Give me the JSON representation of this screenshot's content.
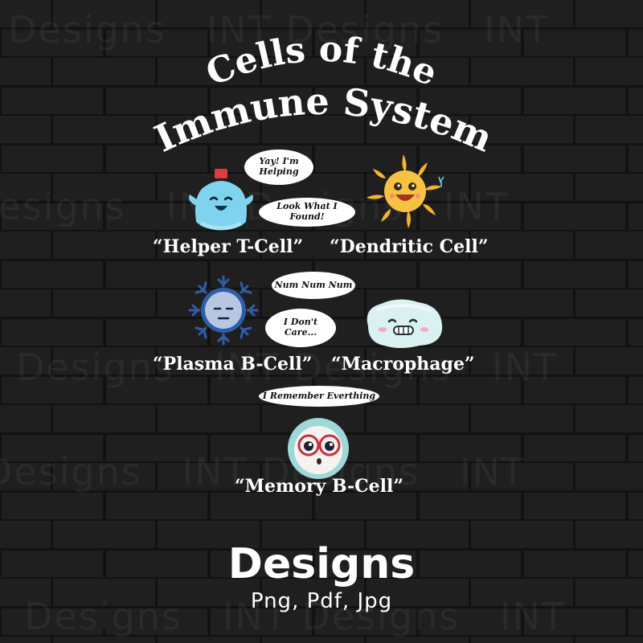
{
  "poster": {
    "title_line1": "Cells of the",
    "title_line2": "Immune System"
  },
  "cells": {
    "helper_t": {
      "label": "“Helper T-Cell”",
      "speech": "Yay! I'm Helping"
    },
    "dendritic": {
      "label": "“Dendritic Cell”",
      "speech": "Look What I Found!"
    },
    "plasma_b": {
      "label": "“Plasma B-Cell”",
      "speech": "I Don't Care..."
    },
    "macrophage": {
      "label": "“Macrophage”",
      "speech": "Num Num Num"
    },
    "memory_b": {
      "label": "“Memory  B-Cell”",
      "speech": "I Remember Everthing"
    }
  },
  "footer": {
    "title": "Designs",
    "formats": "Png, Pdf, Jpg"
  },
  "colors": {
    "background": "#1c1c1c",
    "text": "#ffffff",
    "helper_t": "#7fd3ee",
    "dendritic": "#f2b531",
    "plasma_b": "#2f5ea8",
    "macrophage": "#d9f1f0",
    "memory_b": "#9ed8d8"
  }
}
